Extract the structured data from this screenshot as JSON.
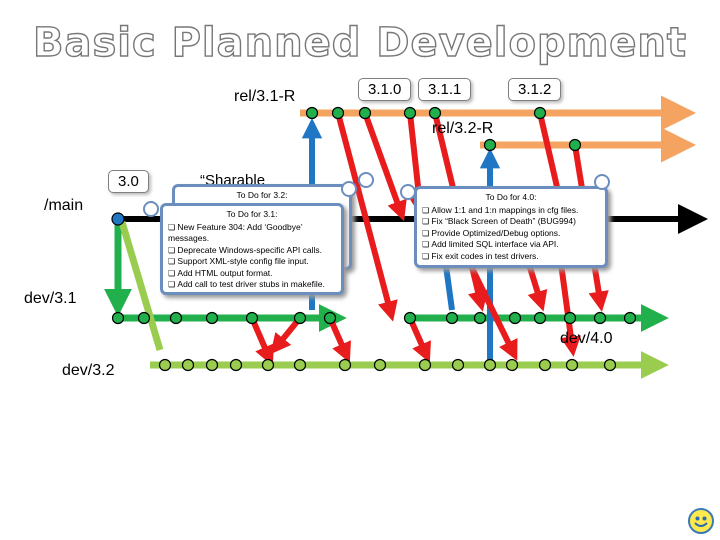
{
  "title": "Basic Planned Development",
  "labels": {
    "rel31": "rel/3.1-R",
    "rel32": "rel/3.2-R",
    "main": "/main",
    "dev31": "dev/3.1",
    "dev32": "dev/3.2",
    "dev40": "dev/4.0",
    "sharable": "“Sharable"
  },
  "tags": {
    "t30": "3.0",
    "t310": "3.1.0",
    "t311": "3.1.1",
    "t312": "3.1.2"
  },
  "notes": {
    "back": {
      "title": "To Do for 3.2:"
    },
    "n31": {
      "title": "To Do for 3.1:",
      "items": [
        "New Feature 304: Add ‘Goodbye’ messages.",
        "Deprecate Windows-specific API calls.",
        "Support XML-style config file input.",
        "Add HTML output format.",
        "Add call to test driver stubs in makefile."
      ]
    },
    "n40": {
      "title": "To Do for 4.0:",
      "items": [
        "Allow 1:1 and 1:n mappings in cfg files.",
        "Fix “Black Screen of Death” (BUG994)",
        "Provide Optimized/Debug options.",
        "Add limited SQL interface via API.",
        "Fix exit codes in test drivers."
      ]
    }
  },
  "colors": {
    "orange": "#f4a460",
    "green": "#22b04c",
    "lightgreen": "#9acd4f",
    "red": "#e81c1c",
    "blue": "#1f77c4",
    "black": "#000000"
  },
  "icons": [
    "smiley-icon"
  ]
}
